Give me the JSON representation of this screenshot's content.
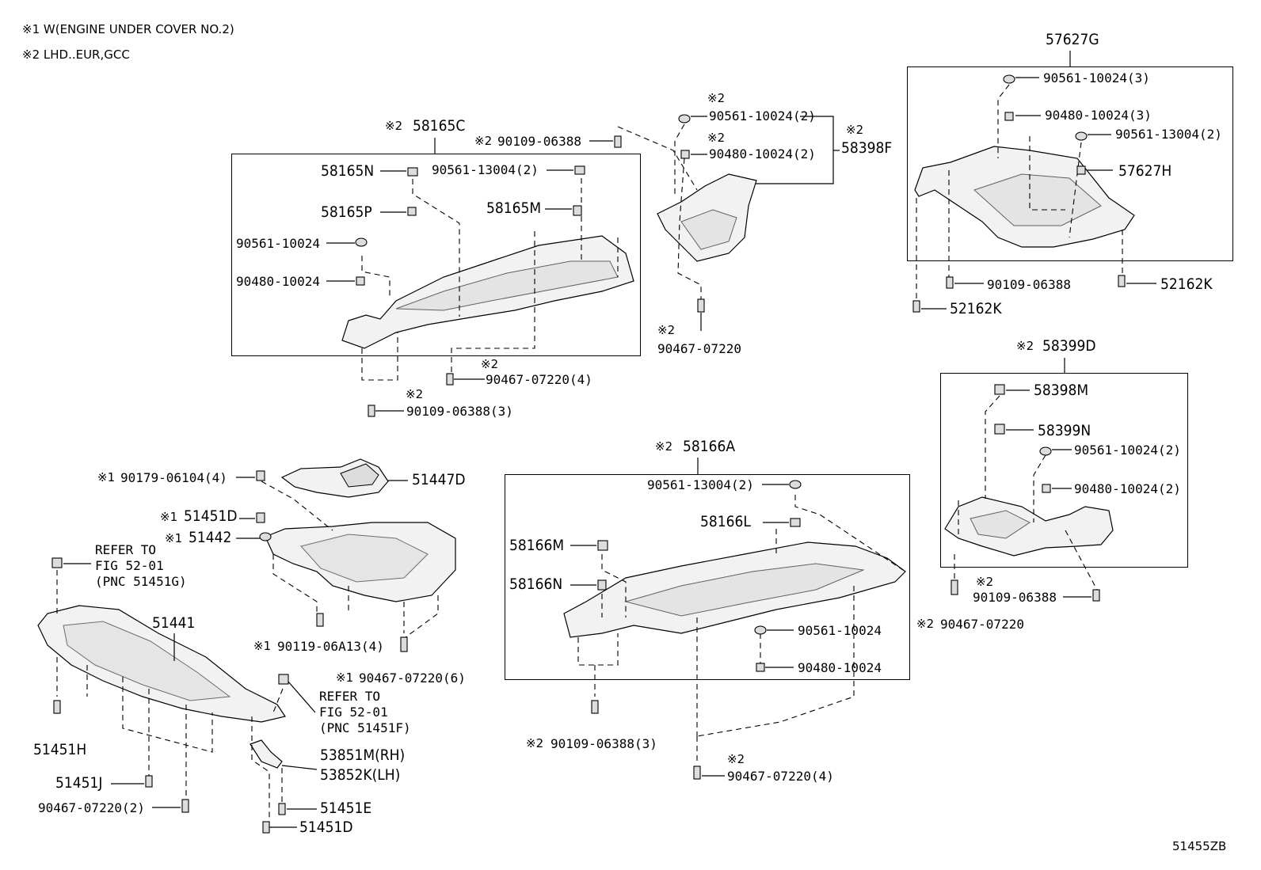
{
  "notes": {
    "note1": "※1 W(ENGINE UNDER COVER NO.2)",
    "note2": "※2 LHD..EUR,GCC"
  },
  "figure_id": "51455ZB",
  "groups": {
    "g58165C": {
      "mark": "※2",
      "label": "58165C"
    },
    "g58166A": {
      "mark": "※2",
      "label": "58166A"
    },
    "g57627G": {
      "label": "57627G"
    },
    "g58399D": {
      "mark": "※2",
      "label": "58399D"
    },
    "g58398F": {
      "mark": "※2",
      "label": "58398F"
    }
  },
  "labels": {
    "l58165N": "58165N",
    "l58165P": "58165P",
    "l90561_13004_a": "90561-13004(2)",
    "l58165M": "58165M",
    "l90561_10024_a": "90561-10024",
    "l90480_10024_a": "90480-10024",
    "l90467_07220_4a": "90467-07220(4)",
    "l90109_06388_3a": "90109-06388(3)",
    "l90109_06388_top": "90109-06388",
    "l90561_10024_2b": "90561-10024(2)",
    "l90480_10024_2b": "90480-10024(2)",
    "l90467_07220_mid": "90467-07220",
    "l90561_10024_3": "90561-10024(3)",
    "l90480_10024_3": "90480-10024(3)",
    "l90561_13004_2c": "90561-13004(2)",
    "l57627H": "57627H",
    "l90109_06388_c": "90109-06388",
    "l52162K_a": "52162K",
    "l52162K_b": "52162K",
    "l58398M": "58398M",
    "l58399N": "58399N",
    "l90561_10024_2d": "90561-10024(2)",
    "l90480_10024_2d": "90480-10024(2)",
    "l90109_06388_d": "90109-06388",
    "l90467_07220_d": "90467-07220",
    "l90179_06104": "90179-06104(4)",
    "l51447D": "51447D",
    "l51451D_a": "51451D",
    "l51442": "51442",
    "l51441": "51441",
    "l90119_06A13": "90119-06A13(4)",
    "l90467_07220_6": "90467-07220(6)",
    "l51451H": "51451H",
    "l51451J": "51451J",
    "l90467_07220_2e": "90467-07220(2)",
    "l53851M": "53851M(RH)",
    "l53852K": "53852K(LH)",
    "l51451E": "51451E",
    "l51451D_b": "51451D",
    "l90561_13004_2f": "90561-13004(2)",
    "l58166L": "58166L",
    "l58166M": "58166M",
    "l58166N": "58166N",
    "l90561_10024_f": "90561-10024",
    "l90480_10024_f": "90480-10024",
    "l90109_06388_3f": "90109-06388(3)",
    "l90467_07220_4f": "90467-07220(4)"
  },
  "marks": {
    "m2": "※2",
    "m1": "※1"
  },
  "refer_a": {
    "line1": "REFER TO",
    "line2": "FIG 52-01",
    "line3": "(PNC 51451G)"
  },
  "refer_b": {
    "line1": "REFER TO",
    "line2": "FIG 52-01",
    "line3": "(PNC 51451F)"
  }
}
